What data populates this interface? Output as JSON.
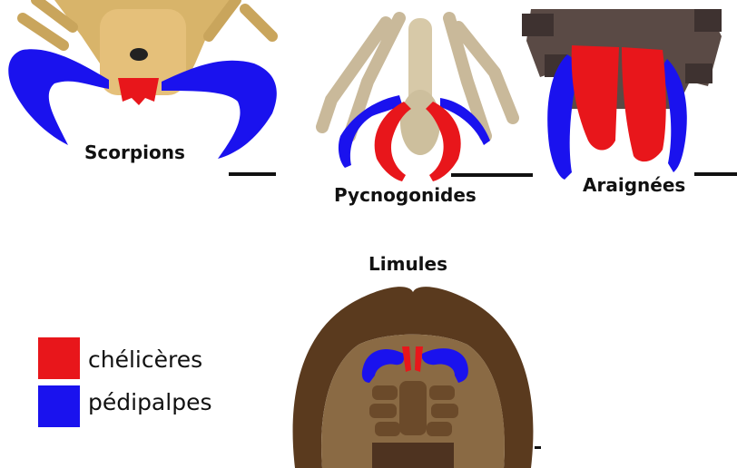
{
  "colors": {
    "chelicerae": "#e8161b",
    "pedipalps": "#1a12ee",
    "scalebar": "#111111"
  },
  "panels": {
    "scorpions": {
      "label": "Scorpions"
    },
    "pycnogonids": {
      "label": "Pycnogonides"
    },
    "spiders": {
      "label": "Araignées"
    },
    "horseshoe_crabs": {
      "label": "Limules"
    }
  },
  "legend": {
    "chelicerae_label": "chélicères",
    "pedipalps_label": "pédipalpes"
  }
}
